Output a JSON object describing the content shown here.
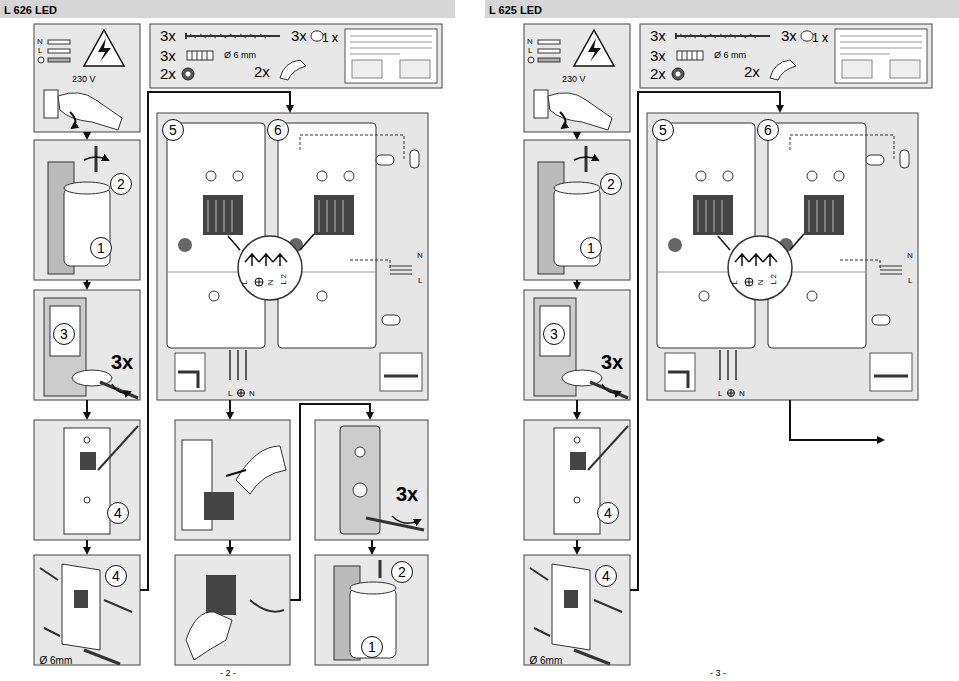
{
  "diagram": {
    "nodes": [
      {
        "text": [
          "L 626 LED"
        ]
      },
      {
        "text": [
          "2"
        ]
      },
      {
        "text": [
          "1"
        ]
      },
      {
        "text": [
          "3"
        ]
      },
      {
        "text": [
          "4"
        ]
      },
      {
        "text": [
          "4"
        ]
      },
      {
        "text": [
          "5"
        ]
      },
      {
        "text": [
          "6"
        ]
      },
      {
        "text": [
          "2"
        ]
      },
      {
        "text": [
          "1"
        ]
      },
      {
        "text": [
          "L 625 LED"
        ]
      },
      {
        "text": [
          "2"
        ]
      },
      {
        "text": [
          "1"
        ]
      },
      {
        "text": [
          "3"
        ]
      },
      {
        "text": [
          "4"
        ]
      },
      {
        "text": [
          "4"
        ]
      },
      {
        "text": [
          "5"
        ]
      },
      {
        "text": [
          "6"
        ]
      }
    ],
    "labels": [
      "230 V",
      "N",
      "L",
      "3x",
      "3x",
      "1 x",
      "3x",
      "Ø 6 mm",
      "2x",
      "2x",
      "3x",
      "Ø 6mm",
      "L",
      "N",
      "L 2",
      "N",
      "L",
      "L",
      "N",
      "3x",
      "- 2 -",
      "230 V",
      "N",
      "L",
      "3x",
      "3x",
      "1 x",
      "3x",
      "Ø 6 mm",
      "2x",
      "2x",
      "3x",
      "Ø 6mm",
      "L",
      "N",
      "L 2",
      "N",
      "L",
      "L",
      "N",
      "- 3 -"
    ]
  }
}
